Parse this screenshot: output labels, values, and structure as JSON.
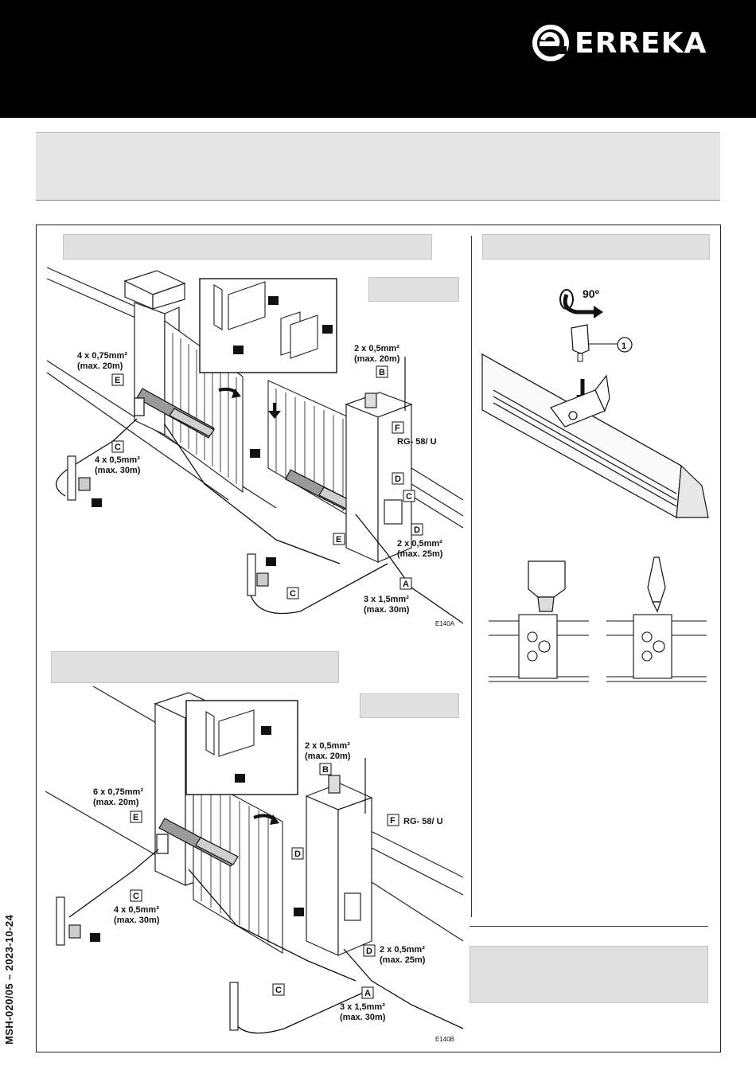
{
  "brand": {
    "name": "ERREKA"
  },
  "document_code": "MSH-020/05  –  2023-10-24",
  "diagram_top": {
    "id": "E140A",
    "labels": {
      "e_cable": [
        "4 x 0,75mm²",
        "(max. 20m)"
      ],
      "c_cable": [
        "4 x 0,5mm²",
        "(max. 30m)"
      ],
      "b_cable": [
        "2 x 0,5mm²",
        "(max. 20m)"
      ],
      "f_cable": "RG- 58/ U",
      "d_cable": [
        "2 x 0,5mm²",
        "(max. 25m)"
      ],
      "a_cable": [
        "3 x 1,5mm²",
        "(max. 30m)"
      ]
    }
  },
  "diagram_bottom": {
    "id": "E140B",
    "labels": {
      "e_cable": [
        "6 x 0,75mm²",
        "(max. 20m)"
      ],
      "c_cable": [
        "4 x 0,5mm²",
        "(max. 30m)"
      ],
      "b_cable": [
        "2 x 0,5mm²",
        "(max. 20m)"
      ],
      "f_cable": "RG- 58/ U",
      "d_cable": [
        "2 x 0,5mm²",
        "(max. 25m)"
      ],
      "a_cable": [
        "3 x 1,5mm²",
        "(max. 30m)"
      ]
    }
  },
  "release_diagram": {
    "angle": "90º",
    "callout": "1"
  },
  "box_letters": {
    "A": "A",
    "B": "B",
    "C": "C",
    "D": "D",
    "E": "E",
    "F": "F"
  }
}
